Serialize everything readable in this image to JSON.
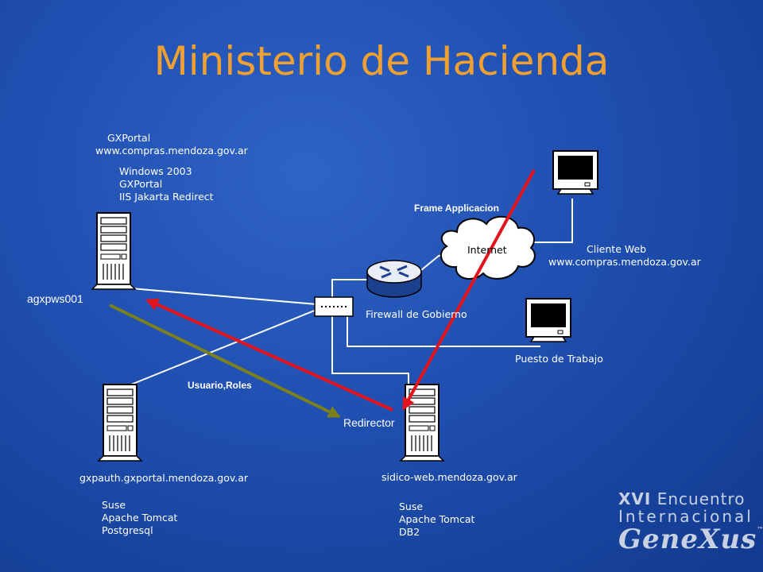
{
  "title": "Ministerio de Hacienda",
  "nodes": {
    "gxportal": {
      "name": "GXPortal",
      "host": "www.compras.mendoza.gov.ar",
      "specs": [
        "Windows 2003",
        "GXPortal",
        "IIS Jakarta Redirect"
      ],
      "label": "agxpws001"
    },
    "gxauth": {
      "host": "gxpauth.gxportal.mendoza.gov.ar",
      "specs": [
        "Suse",
        "Apache Tomcat",
        "Postgresql"
      ]
    },
    "sidico": {
      "host": "sidico-web.mendoza.gov.ar",
      "specs": [
        "Suse",
        "Apache Tomcat",
        "DB2"
      ],
      "label": "Redirector"
    },
    "internet": {
      "label": "Internet"
    },
    "firewall": {
      "label": "Firewall de Gobierno"
    },
    "cliente_web": {
      "name": "Cliente Web",
      "host": "www.compras.mendoza.gov.ar"
    },
    "puesto": {
      "label": "Puesto de Trabajo"
    }
  },
  "flows": {
    "frame": "Frame Applicacion",
    "usuario_roles": "Usuario,Roles"
  },
  "colors": {
    "title": "#f0a030",
    "arrow_red": "#e4141e",
    "arrow_olive": "#7c7f1e",
    "line": "#ffffff"
  },
  "brand": {
    "edition": "XVI",
    "event": "Encuentro",
    "line2": "Internacional",
    "logo": "GeneXus",
    "tm": "™"
  }
}
